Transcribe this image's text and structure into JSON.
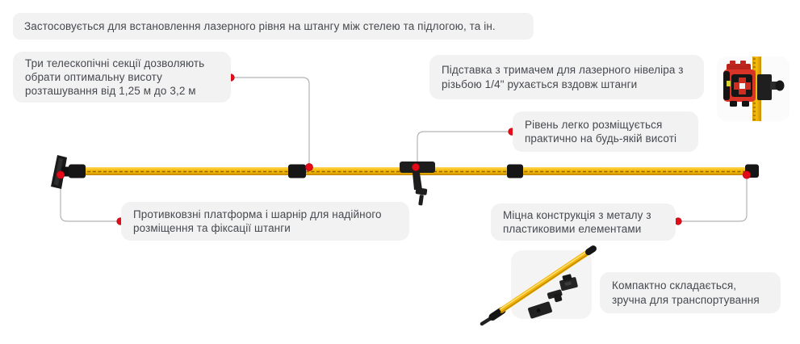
{
  "banner": {
    "text": "Застосовується для встановлення лазерного рівня на штангу між стелею та підлогою, та ін."
  },
  "callouts": {
    "sections": {
      "text": "Три телескопічні секції дозволяють обрати оптимальну висоту розташування від 1,25 м до 3,2 м"
    },
    "holder": {
      "text": "Підставка з тримачем для лазерного нівеліра з різьбою 1/4\" рухається вздовж штанги"
    },
    "level": {
      "text": "Рівень легко розміщується практично на будь-якій висоті"
    },
    "platform": {
      "text": "Противковзні платформа і шарнір для надійного розміщення та фіксації штанги"
    },
    "construction": {
      "text": "Міцна конструкція з металу з пластиковими елементами"
    },
    "compact": {
      "text": "Компактно складається, зручна для транспортування"
    }
  },
  "thumbnails": {
    "laser_mount": "laser-level-mounted-on-pole",
    "folded_pole": "folded-pole-with-accessories"
  },
  "colors": {
    "callout_bg": "#f2f2f3",
    "text": "#46494e",
    "pole_yellow": "#f2b705",
    "pole_highlight": "#ffd75e",
    "pole_shadow": "#bc8300",
    "marker_red": "#e30b17",
    "connector_gray": "#b3b3b6",
    "hardware_black": "#1a1a1a"
  }
}
